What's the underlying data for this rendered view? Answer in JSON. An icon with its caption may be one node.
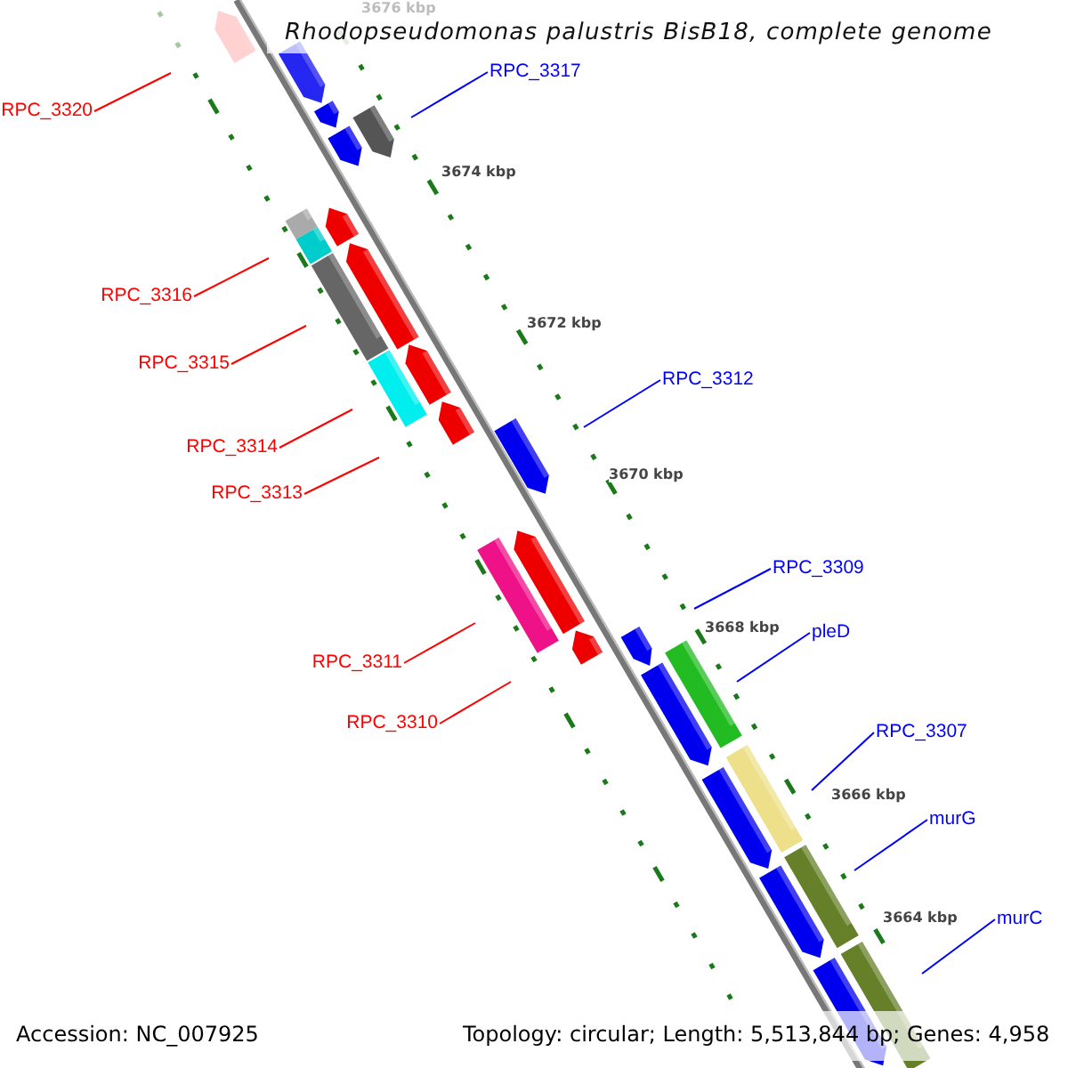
{
  "diagram": {
    "title": "Rhodopseudomonas palustris BisB18, complete genome",
    "nodes": [
      {
        "text": [
          "RPC_3320"
        ]
      },
      {
        "text": [
          "RPC_3317"
        ]
      },
      {
        "text": [
          "RPC_3316"
        ]
      },
      {
        "text": [
          "RPC_3315"
        ]
      },
      {
        "text": [
          "RPC_3312"
        ]
      },
      {
        "text": [
          "RPC_3314"
        ]
      },
      {
        "text": [
          "RPC_3313"
        ]
      },
      {
        "text": [
          "RPC_3309"
        ]
      },
      {
        "text": [
          "pleD"
        ]
      },
      {
        "text": [
          "RPC_3311"
        ]
      },
      {
        "text": [
          "RPC_3310"
        ]
      },
      {
        "text": [
          "RPC_3307"
        ]
      },
      {
        "text": [
          "murG"
        ]
      },
      {
        "text": [
          "murC"
        ]
      }
    ],
    "edges": [
      {
        "from": 0,
        "to": null,
        "arrow": "none",
        "color": "#ff0000"
      },
      {
        "from": 1,
        "to": null,
        "arrow": "none",
        "color": "#0000ff"
      },
      {
        "from": 2,
        "to": null,
        "arrow": "none",
        "color": "#ff0000"
      },
      {
        "from": 3,
        "to": null,
        "arrow": "none",
        "color": "#ff0000"
      },
      {
        "from": 4,
        "to": null,
        "arrow": "none",
        "color": "#0000ff"
      },
      {
        "from": 5,
        "to": null,
        "arrow": "none",
        "color": "#ff0000"
      },
      {
        "from": 6,
        "to": null,
        "arrow": "none",
        "color": "#ff0000"
      },
      {
        "from": 7,
        "to": null,
        "arrow": "none",
        "color": "#0000ff"
      },
      {
        "from": 8,
        "to": null,
        "arrow": "none",
        "color": "#0000ff"
      },
      {
        "from": 9,
        "to": null,
        "arrow": "none",
        "color": "#ff0000"
      },
      {
        "from": 10,
        "to": null,
        "arrow": "none",
        "color": "#ff0000"
      },
      {
        "from": 11,
        "to": null,
        "arrow": "none",
        "color": "#0000ff"
      },
      {
        "from": 12,
        "to": null,
        "arrow": "none",
        "color": "#0000ff"
      },
      {
        "from": 13,
        "to": null,
        "arrow": "none",
        "color": "#0000ff"
      }
    ],
    "labels": [
      "3676 kbp",
      "3674 kbp",
      "3672 kbp",
      "3670 kbp",
      "3668 kbp",
      "3666 kbp",
      "3664 kbp",
      "Accession: NC_007925",
      "Topology: circular; Length: 5,513,844 bp; Genes: 4,958"
    ]
  }
}
